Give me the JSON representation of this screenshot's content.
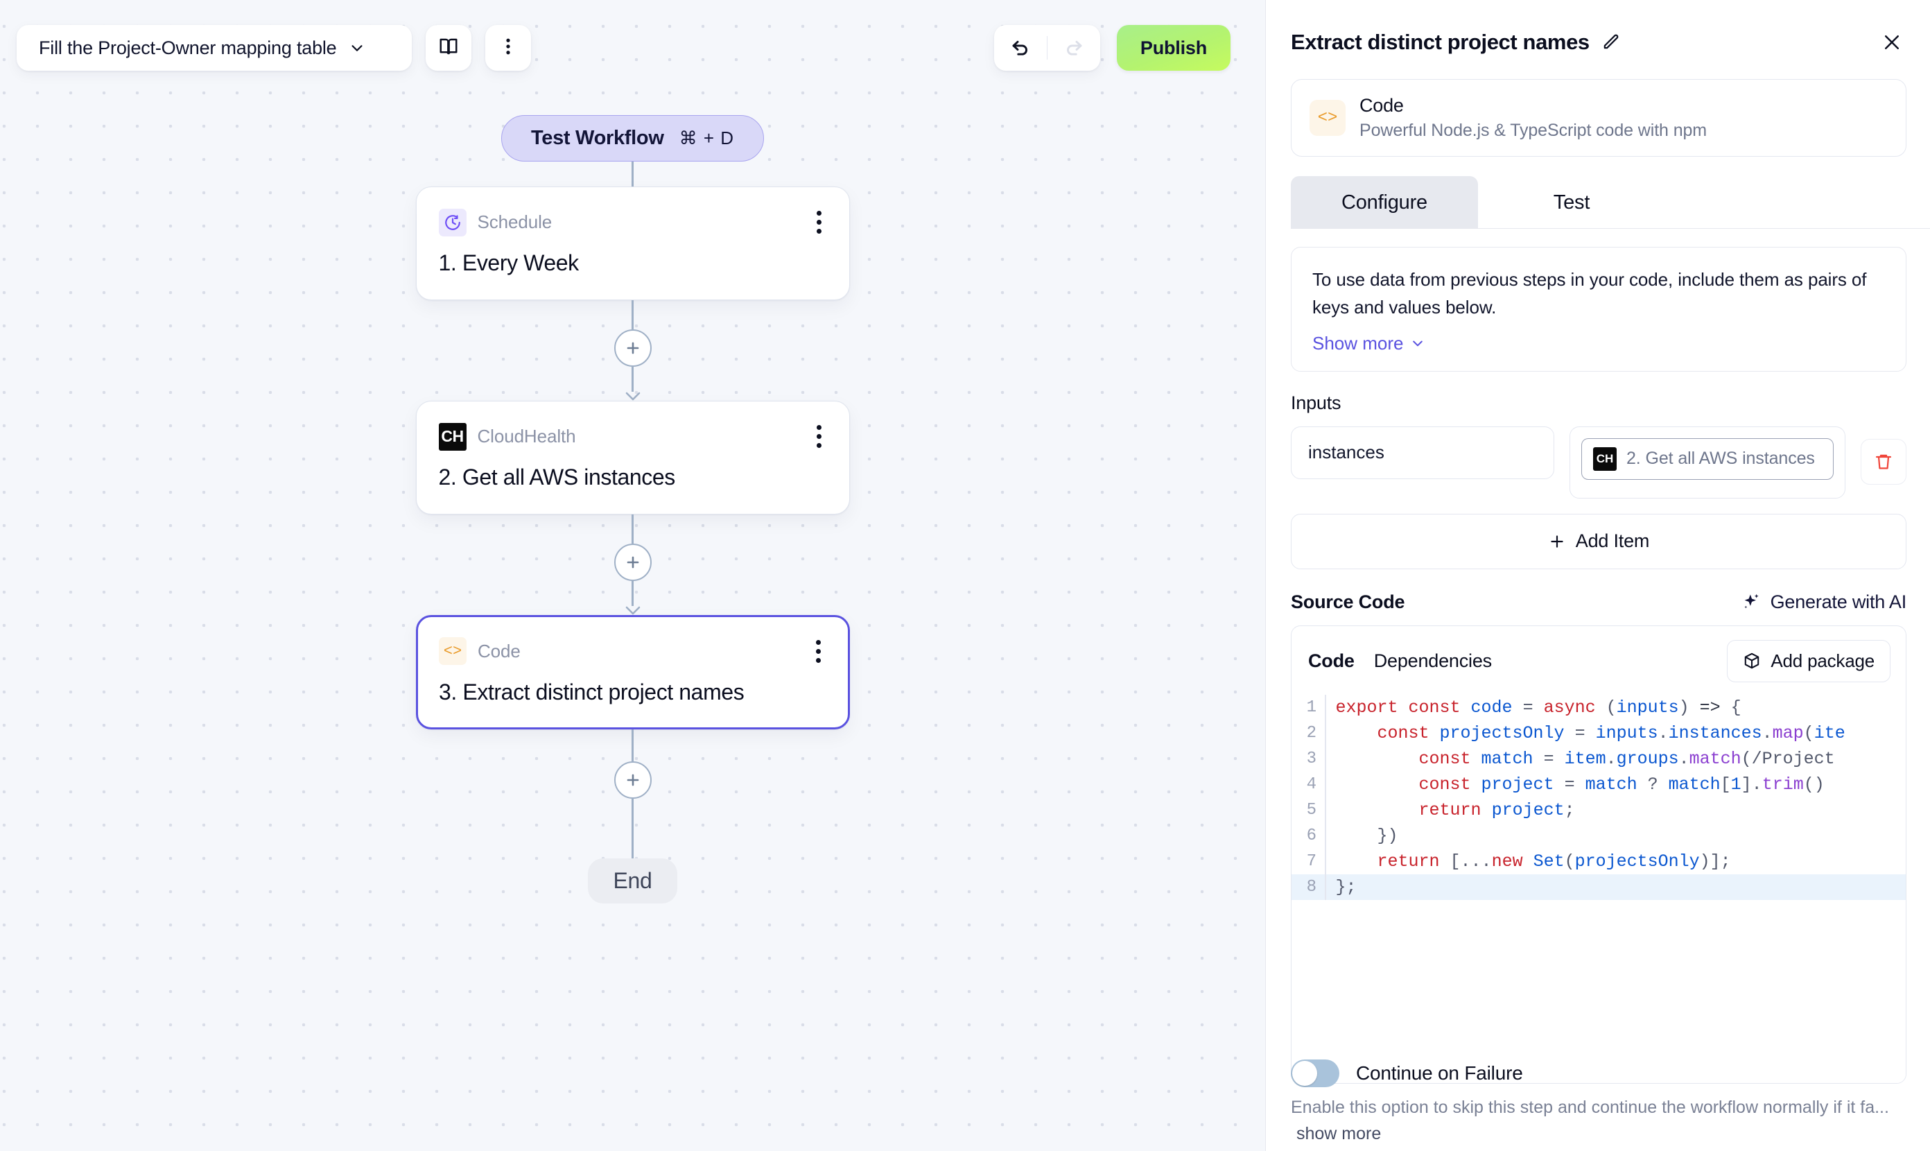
{
  "toolbar": {
    "workflow_name": "Fill the Project-Owner mapping table",
    "dropdown_icon": "chevron-down-icon",
    "docs_icon": "book-icon",
    "more_icon": "kebab-menu-icon",
    "undo_label": "undo-icon",
    "redo_label": "redo-icon",
    "publish_label": "Publish"
  },
  "canvas": {
    "test_pill": {
      "label": "Test Workflow",
      "shortcut": "⌘ + D"
    },
    "nodes": [
      {
        "type": "Schedule",
        "title": "1. Every Week",
        "badge": "clock-icon",
        "selected": false
      },
      {
        "type": "CloudHealth",
        "title": "2. Get all AWS instances",
        "badge": "CH",
        "selected": false
      },
      {
        "type": "Code",
        "title": "3. Extract distinct project names",
        "badge": "<>",
        "selected": true
      }
    ],
    "end_label": "End",
    "add_label": "+"
  },
  "panel": {
    "title": "Extract distinct project names",
    "edit_icon": "pencil-icon",
    "close_icon": "close-icon",
    "node_card": {
      "icon": "<>",
      "title": "Code",
      "subtitle": "Powerful Node.js & TypeScript code with npm"
    },
    "tabs": [
      {
        "label": "Configure",
        "active": true
      },
      {
        "label": "Test",
        "active": false
      }
    ],
    "info": {
      "text": "To use data from previous steps in your code, include them as pairs of keys and values below.",
      "show_more": "Show more",
      "chevron": "chevron-down-icon"
    },
    "inputs": {
      "label": "Inputs",
      "rows": [
        {
          "key": "instances",
          "chip_badge": "CH",
          "chip_text": "2. Get all AWS instances",
          "delete_icon": "trash-icon"
        }
      ],
      "add_item": "Add Item",
      "add_icon": "plus-icon"
    },
    "source_code": {
      "label": "Source Code",
      "generate_ai": "Generate with AI",
      "sparkle_icon": "sparkle-icon",
      "tabs": [
        {
          "label": "Code",
          "active": true
        },
        {
          "label": "Dependencies",
          "active": false
        }
      ],
      "add_package": "Add package",
      "package_icon": "package-icon",
      "lines": [
        {
          "n": "1",
          "active": false,
          "tokens": [
            {
              "t": "export ",
              "c": "k"
            },
            {
              "t": "const ",
              "c": "k"
            },
            {
              "t": "code",
              "c": "v"
            },
            {
              "t": " = ",
              "c": "p"
            },
            {
              "t": "async ",
              "c": "k"
            },
            {
              "t": "(",
              "c": "p"
            },
            {
              "t": "inputs",
              "c": "v"
            },
            {
              "t": ") ",
              "c": "p"
            },
            {
              "t": "=>",
              "c": "n"
            },
            {
              "t": " {",
              "c": "p"
            }
          ]
        },
        {
          "n": "2",
          "active": false,
          "tokens": [
            {
              "t": "    ",
              "c": "n"
            },
            {
              "t": "const ",
              "c": "k"
            },
            {
              "t": "projectsOnly",
              "c": "v"
            },
            {
              "t": " = ",
              "c": "p"
            },
            {
              "t": "inputs",
              "c": "v"
            },
            {
              "t": ".",
              "c": "p"
            },
            {
              "t": "instances",
              "c": "v"
            },
            {
              "t": ".",
              "c": "p"
            },
            {
              "t": "map",
              "c": "m"
            },
            {
              "t": "(",
              "c": "p"
            },
            {
              "t": "ite",
              "c": "v"
            }
          ]
        },
        {
          "n": "3",
          "active": false,
          "tokens": [
            {
              "t": "        ",
              "c": "n"
            },
            {
              "t": "const ",
              "c": "k"
            },
            {
              "t": "match",
              "c": "v"
            },
            {
              "t": " = ",
              "c": "p"
            },
            {
              "t": "item",
              "c": "v"
            },
            {
              "t": ".",
              "c": "p"
            },
            {
              "t": "groups",
              "c": "v"
            },
            {
              "t": ".",
              "c": "p"
            },
            {
              "t": "match",
              "c": "m"
            },
            {
              "t": "(/Project",
              "c": "p"
            }
          ]
        },
        {
          "n": "4",
          "active": false,
          "tokens": [
            {
              "t": "        ",
              "c": "n"
            },
            {
              "t": "const ",
              "c": "k"
            },
            {
              "t": "project",
              "c": "v"
            },
            {
              "t": " = ",
              "c": "p"
            },
            {
              "t": "match",
              "c": "v"
            },
            {
              "t": " ? ",
              "c": "p"
            },
            {
              "t": "match",
              "c": "v"
            },
            {
              "t": "[",
              "c": "p"
            },
            {
              "t": "1",
              "c": "v"
            },
            {
              "t": "].",
              "c": "p"
            },
            {
              "t": "trim",
              "c": "m"
            },
            {
              "t": "()",
              "c": "p"
            }
          ]
        },
        {
          "n": "5",
          "active": false,
          "tokens": [
            {
              "t": "        ",
              "c": "n"
            },
            {
              "t": "return ",
              "c": "k"
            },
            {
              "t": "project",
              "c": "v"
            },
            {
              "t": ";",
              "c": "p"
            }
          ]
        },
        {
          "n": "6",
          "active": false,
          "tokens": [
            {
              "t": "    })",
              "c": "p"
            }
          ]
        },
        {
          "n": "7",
          "active": false,
          "tokens": [
            {
              "t": "    ",
              "c": "n"
            },
            {
              "t": "return ",
              "c": "k"
            },
            {
              "t": "[...",
              "c": "p"
            },
            {
              "t": "new ",
              "c": "k"
            },
            {
              "t": "Set",
              "c": "v"
            },
            {
              "t": "(",
              "c": "p"
            },
            {
              "t": "projectsOnly",
              "c": "v"
            },
            {
              "t": ")];",
              "c": "p"
            }
          ]
        },
        {
          "n": "8",
          "active": true,
          "tokens": [
            {
              "t": "};",
              "c": "p"
            }
          ]
        }
      ]
    },
    "continue_on_failure": {
      "label": "Continue on Failure",
      "enabled": false,
      "help": "Enable this option to skip this step and continue the workflow normally if it fa...",
      "show_more": "show more"
    }
  }
}
